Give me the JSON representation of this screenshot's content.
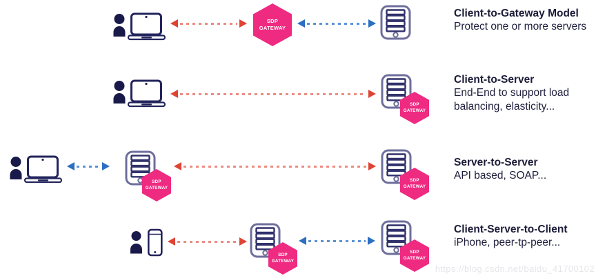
{
  "diagram": {
    "gateway_label": "SDP\nGATEWAY",
    "rows": [
      {
        "title": "Client-to-Gateway Model",
        "description": "Protect one or more servers"
      },
      {
        "title": "Client-to-Server",
        "description": "End-End to support load balancing, elasticity..."
      },
      {
        "title": "Server-to-Server",
        "description": "API based, SOAP..."
      },
      {
        "title": "Client-Server-to-Client",
        "description": "iPhone, peer-tp-peer..."
      }
    ]
  },
  "watermark": "https://blog.csdn.net/baidu_41700102",
  "colors": {
    "gateway_pink": "#EF2A81",
    "arrow_red": "#E04334",
    "arrow_blue": "#2A6FC2",
    "icon_navy": "#23245C",
    "person_fill": "#191A4A",
    "server_outline": "#6E6E9C",
    "server_bars": "#31316B",
    "text_dark": "#1B1B38",
    "watermark_gray": "#E6E6EA"
  },
  "icons": {
    "client": "person-laptop-icon",
    "mobile_client": "person-phone-icon",
    "server": "server-icon",
    "gateway": "sdp-gateway-hexagon",
    "red_arrow": "red-dashed-double-arrow",
    "blue_arrow": "blue-dashed-double-arrow"
  }
}
